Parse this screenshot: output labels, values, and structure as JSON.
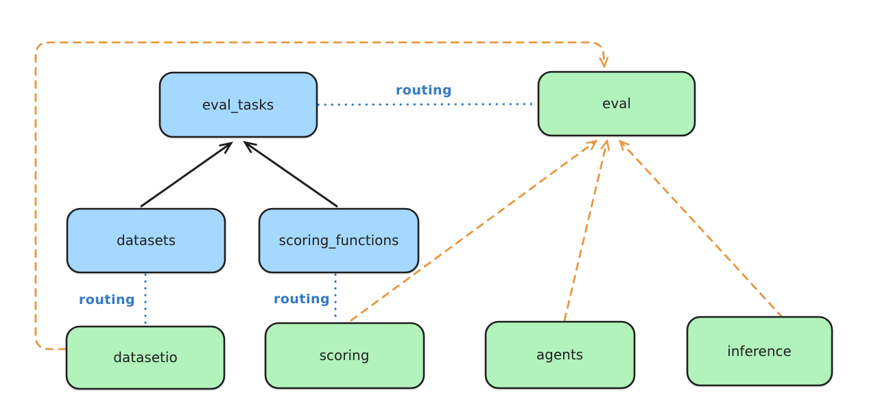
{
  "diagram": {
    "colors": {
      "blue_fill": "#a5d8ff",
      "green_fill": "#b2f2bb",
      "stroke": "#1e1e1e",
      "text": "#1e1e1e",
      "orange": "#e8963d",
      "blue_line": "#3379c2",
      "background": "#ffffff"
    },
    "nodes": [
      {
        "id": "eval_tasks",
        "label": "eval_tasks",
        "fill": "blue"
      },
      {
        "id": "eval",
        "label": "eval",
        "fill": "green"
      },
      {
        "id": "datasets",
        "label": "datasets",
        "fill": "blue"
      },
      {
        "id": "scoring_functions",
        "label": "scoring_functions",
        "fill": "blue"
      },
      {
        "id": "datasetio",
        "label": "datasetio",
        "fill": "green"
      },
      {
        "id": "scoring",
        "label": "scoring",
        "fill": "green"
      },
      {
        "id": "agents",
        "label": "agents",
        "fill": "green"
      },
      {
        "id": "inference",
        "label": "inference",
        "fill": "green"
      }
    ],
    "edges": [
      {
        "from": "datasets",
        "to": "eval_tasks",
        "style": "solid-black-arrow"
      },
      {
        "from": "scoring_functions",
        "to": "eval_tasks",
        "style": "solid-black-arrow"
      },
      {
        "from": "eval_tasks",
        "to": "eval",
        "style": "dotted-blue",
        "label": "routing"
      },
      {
        "from": "datasets",
        "to": "datasetio",
        "style": "dotted-blue",
        "label": "routing"
      },
      {
        "from": "scoring_functions",
        "to": "scoring",
        "style": "dotted-blue",
        "label": "routing"
      },
      {
        "from": "datasetio",
        "to": "eval",
        "style": "dashed-orange-arrow"
      },
      {
        "from": "scoring",
        "to": "eval",
        "style": "dashed-orange-arrow"
      },
      {
        "from": "agents",
        "to": "eval",
        "style": "dashed-orange-arrow"
      },
      {
        "from": "inference",
        "to": "eval",
        "style": "dashed-orange-arrow"
      }
    ]
  }
}
